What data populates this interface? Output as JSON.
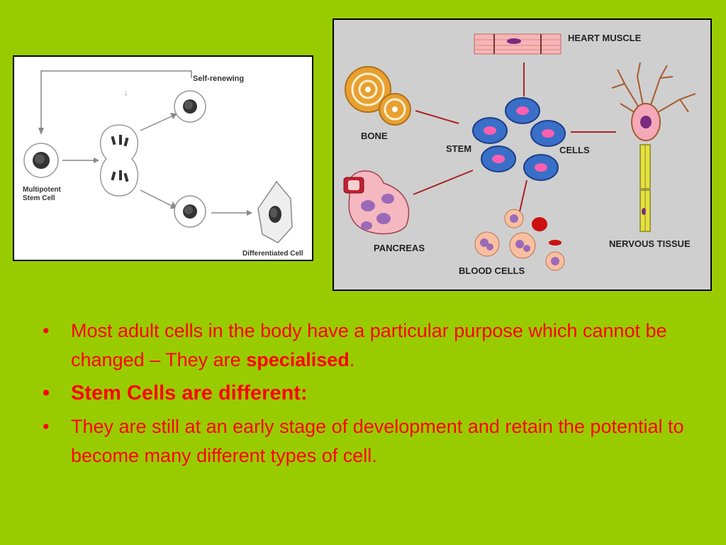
{
  "left_diagram": {
    "self_renewing": "Self-renewing",
    "multipotent_line1": "Multipotent",
    "multipotent_line2": "Stem Cell",
    "differentiated": "Differentiated Cell"
  },
  "right_diagram": {
    "heart_muscle": "HEART MUSCLE",
    "bone": "BONE",
    "stem": "STEM",
    "cells": "CELLS",
    "pancreas": "PANCREAS",
    "blood_cells": "BLOOD CELLS",
    "nervous_tissue": "NERVOUS TISSUE"
  },
  "bullets": {
    "b1_text": "Most adult cells in the body have a particular purpose which cannot be changed – They are ",
    "b1_bold": "specialised",
    "b1_end": ".",
    "b2": "Stem Cells are different:",
    "b3": "They are still at an early stage of development and retain the potential to become many different types of cell.",
    "marker": "•"
  }
}
